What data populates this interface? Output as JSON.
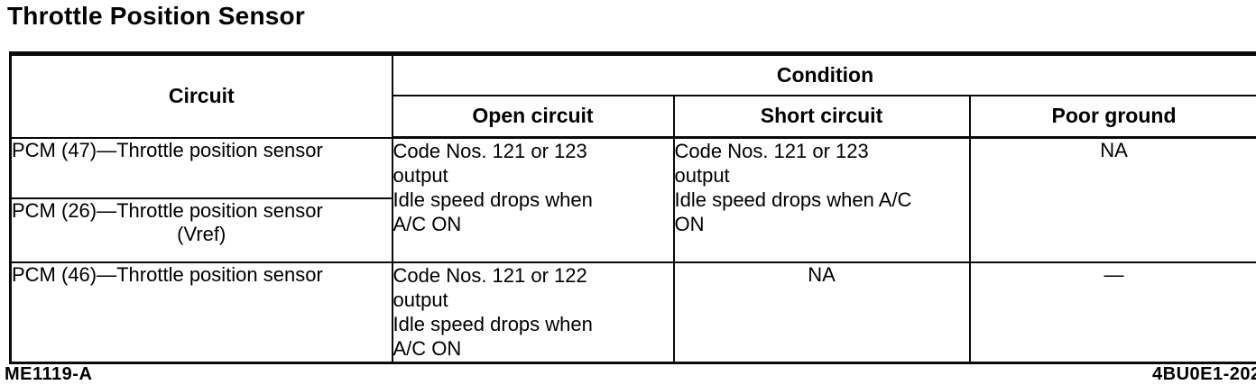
{
  "title": "Throttle Position Sensor",
  "footer": {
    "left_code": "ME1119-A",
    "right_code": "4BU0E1-202"
  },
  "table": {
    "col_headers": {
      "circuit": "Circuit",
      "condition": "Condition",
      "sub": [
        "Open circuit",
        "Short circuit",
        "Poor ground"
      ]
    },
    "circuits": [
      {
        "label": "PCM (47)—Throttle position sensor",
        "sub": ""
      },
      {
        "label": "PCM (26)—Throttle position sensor",
        "sub": "(Vref)"
      },
      {
        "label": "PCM (46)—Throttle position sensor",
        "sub": ""
      }
    ],
    "conditions": {
      "rows_1_2": {
        "open_circuit": "Code Nos. 121 or 123\noutput\nIdle speed drops when\nA/C ON",
        "short_circuit": "Code Nos. 121 or 123\noutput\nIdle speed drops when A/C\nON",
        "poor_ground": "NA"
      },
      "row_3": {
        "open_circuit": "Code Nos. 121 or 122\noutput\nIdle speed drops when\nA/C ON",
        "short_circuit": "NA",
        "poor_ground": "—"
      }
    }
  }
}
